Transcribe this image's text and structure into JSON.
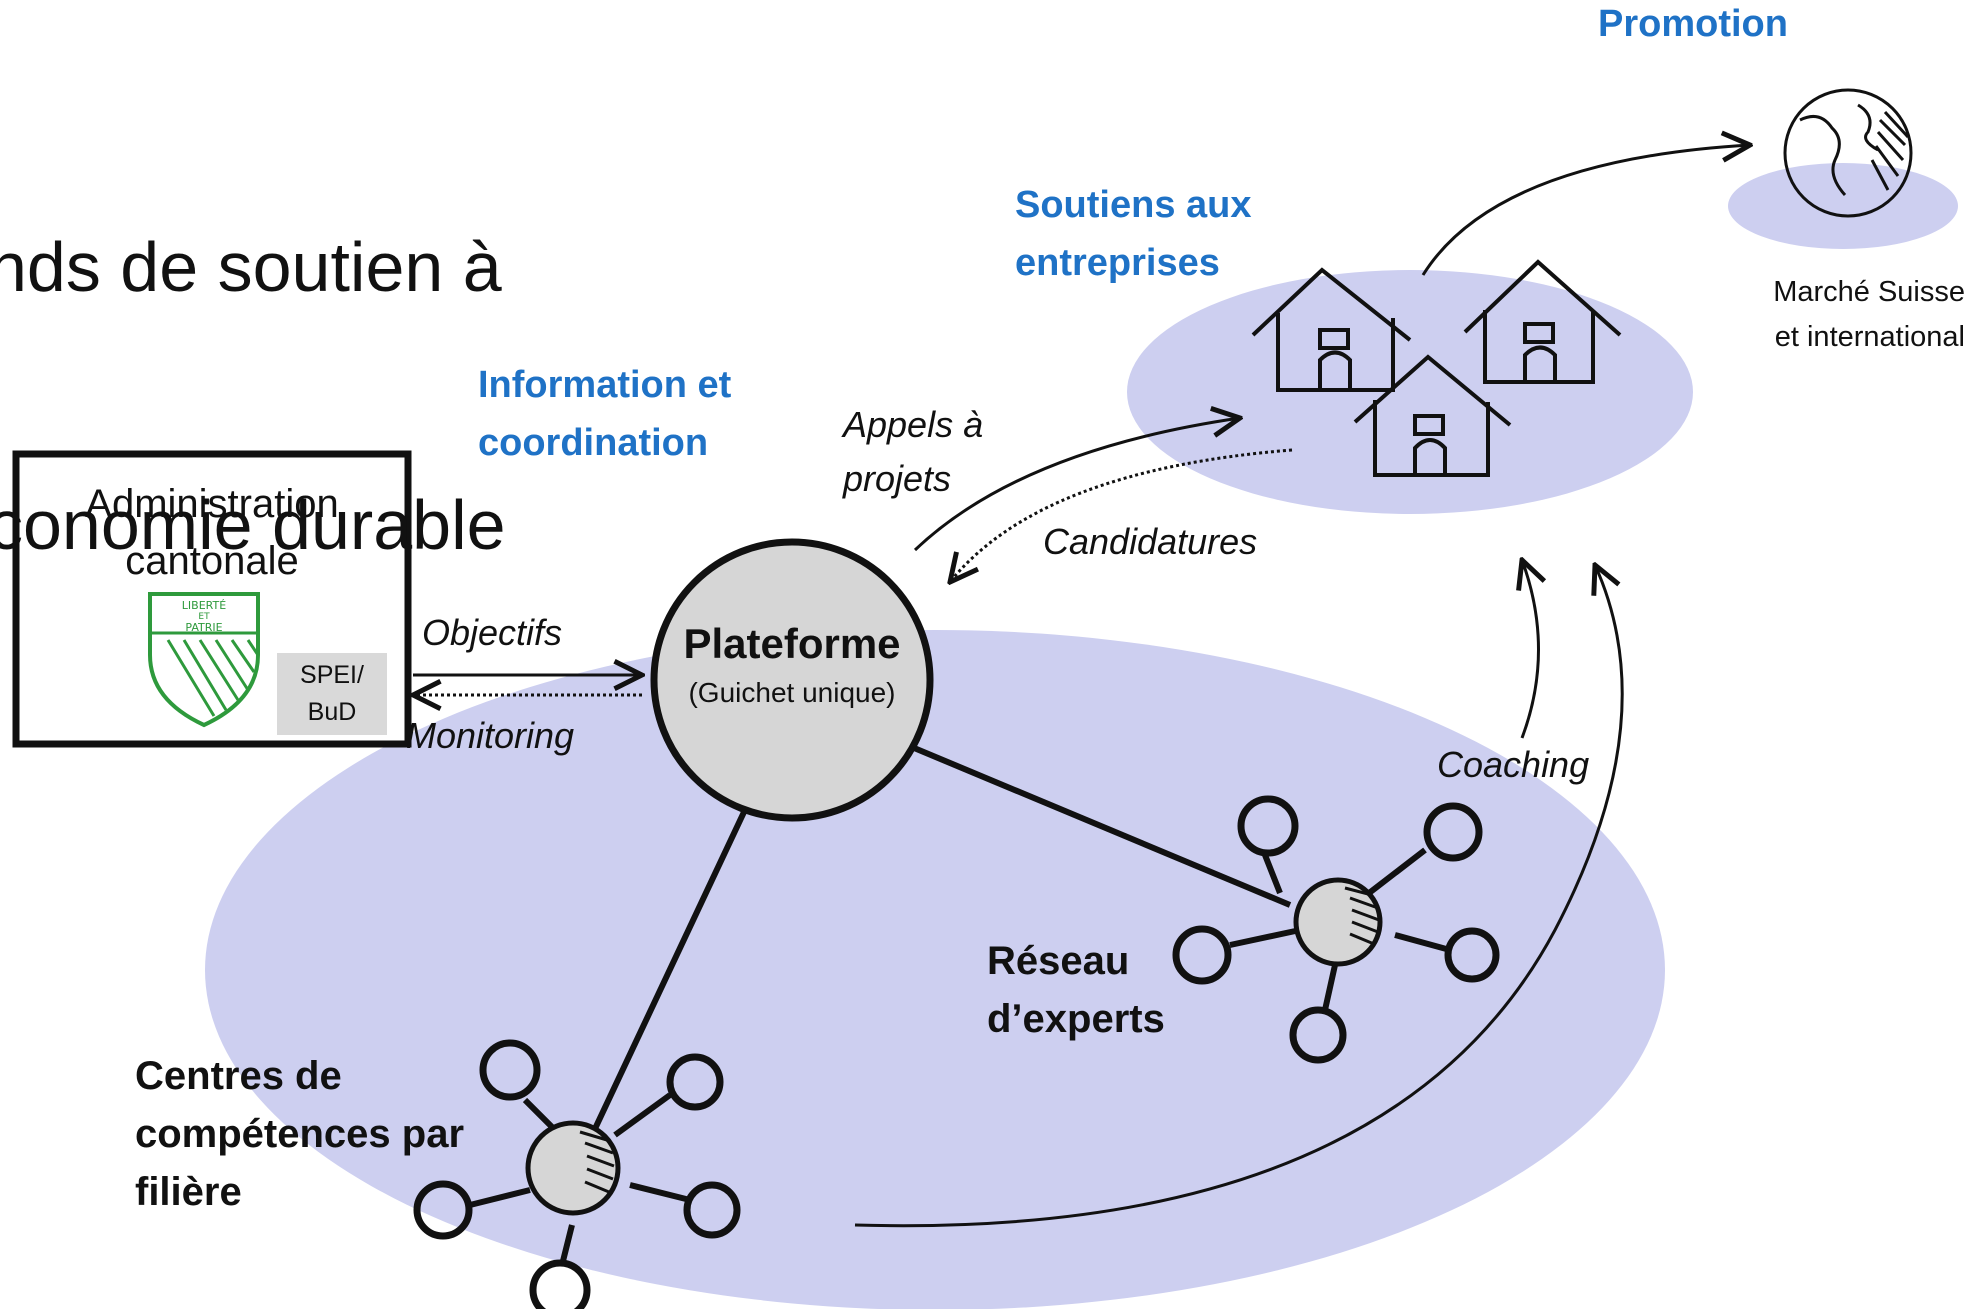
{
  "title_line1": "nds de soutien à",
  "title_line2": "conomie durable",
  "admin": {
    "line1": "Administration",
    "line2": "cantonale",
    "crest_line1": "LIBERTÉ",
    "crest_line2": "ET",
    "crest_line3": "PATRIE",
    "office_line1": "SPEI/",
    "office_line2": "BuD"
  },
  "platform": {
    "title": "Plateforme",
    "subtitle": "(Guichet unique)"
  },
  "sections": {
    "info_line1": "Information et",
    "info_line2": "coordination",
    "soutiens_line1": "Soutiens aux",
    "soutiens_line2": "entreprises",
    "promotion": "Promotion"
  },
  "flows": {
    "objectifs": "Objectifs",
    "monitoring": "Monitoring",
    "appels_line1": "Appels à",
    "appels_line2": "projets",
    "candidatures": "Candidatures",
    "coaching": "Coaching"
  },
  "market": {
    "line1": "Marché Suisse",
    "line2": "et international"
  },
  "networks": {
    "experts_line1": "Réseau",
    "experts_line2": "d’experts",
    "centres_line1": "Centres de",
    "centres_line2": "compétences par",
    "centres_line3": "filière"
  },
  "colors": {
    "ellipse_fill": "#cdcff0",
    "heading_blue": "#1f72c6",
    "office_gray": "#d9d9d9",
    "crest_green": "#2e9a3c",
    "node_gray": "#d6d6d6"
  }
}
